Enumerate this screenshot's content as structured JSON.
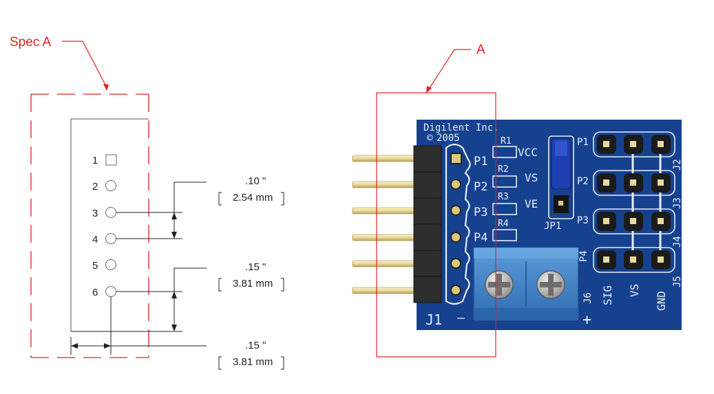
{
  "callouts": {
    "spec_a": "Spec A",
    "a": "A"
  },
  "pins": [
    "1",
    "2",
    "3",
    "4",
    "5",
    "6"
  ],
  "dimensions": [
    {
      "inch": ".10 \"",
      "mm": "2.54 mm"
    },
    {
      "inch": ".15 \"",
      "mm": "3.81 mm"
    },
    {
      "inch": ".15 \"",
      "mm": "3.81 mm"
    }
  ],
  "board": {
    "maker": "Digilent Inc.",
    "year": "2005",
    "copyright_symbol": "©",
    "left_pins": [
      "P1",
      "P2",
      "P3",
      "P4"
    ],
    "resistors": [
      "R1",
      "R2",
      "R3",
      "R4"
    ],
    "jumper_labels": [
      "VCC",
      "VS",
      "VE"
    ],
    "jumper_name": "JP1",
    "header_pins": [
      "P1",
      "P2",
      "P3",
      "P4"
    ],
    "header_names": [
      "J2",
      "J3",
      "J4",
      "J5"
    ],
    "column_labels": [
      "SIG",
      "VS",
      "GND"
    ],
    "connector": "J1",
    "terminal": "J6",
    "minus": "—",
    "plus": "+"
  },
  "colors": {
    "annotation": "#e02020",
    "board": "#16418f",
    "terminal_block": "#3d7fc6",
    "jumper": "#1f3fae",
    "pin_gold": "#e9d99a"
  }
}
